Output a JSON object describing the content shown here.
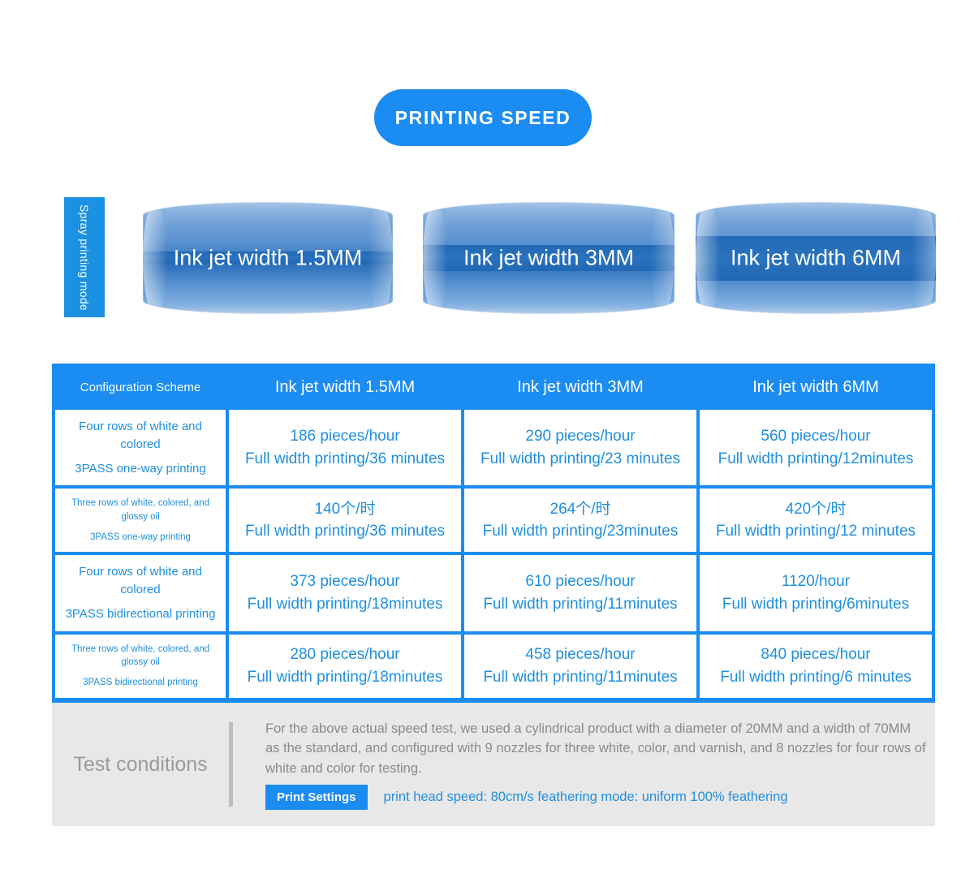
{
  "title": {
    "badge_label": "PRINTING SPEED"
  },
  "mode_label": {
    "text": "Spray printing mode"
  },
  "cylinders": [
    {
      "label": "Ink jet width 1.5MM",
      "band_ratio": 0.115
    },
    {
      "label": "Ink jet width 3MM",
      "band_ratio": 0.23
    },
    {
      "label": "Ink jet width 6MM",
      "band_ratio": 0.4
    }
  ],
  "table": {
    "headers": [
      "Configuration Scheme",
      "Ink jet width 1.5MM",
      "Ink jet width 3MM",
      "Ink jet width 6MM"
    ],
    "rows": [
      {
        "scheme_line1": "Four rows of white and colored",
        "scheme_line2": "3PASS one-way printing",
        "scheme_size": "large",
        "cells": [
          {
            "rate": "186 pieces/hour",
            "time": "Full width printing/36 minutes"
          },
          {
            "rate": "290 pieces/hour",
            "time": "Full width printing/23 minutes"
          },
          {
            "rate": "560 pieces/hour",
            "time": "Full width printing/12minutes"
          }
        ]
      },
      {
        "scheme_line1": "Three rows of white, colored, and glossy oil",
        "scheme_line2": "3PASS one-way printing",
        "scheme_size": "small",
        "cells": [
          {
            "rate": "140个/时",
            "time": "Full width printing/36 minutes"
          },
          {
            "rate": "264个/时",
            "time": "Full width printing/23minutes"
          },
          {
            "rate": "420个/时",
            "time": "Full width printing/12 minutes"
          }
        ]
      },
      {
        "scheme_line1": "Four rows of white and colored",
        "scheme_line2": "3PASS bidirectional printing",
        "scheme_size": "large",
        "cells": [
          {
            "rate": "373 pieces/hour",
            "time": "Full width printing/18minutes"
          },
          {
            "rate": "610 pieces/hour",
            "time": "Full width printing/11minutes"
          },
          {
            "rate": "1120/hour",
            "time": "Full width printing/6minutes"
          }
        ]
      },
      {
        "scheme_line1": "Three rows of white, colored, and glossy oil",
        "scheme_line2": "3PASS bidirectional printing",
        "scheme_size": "small",
        "cells": [
          {
            "rate": "280 pieces/hour",
            "time": "Full width printing/18minutes"
          },
          {
            "rate": "458 pieces/hour",
            "time": "Full width printing/11minutes"
          },
          {
            "rate": "840 pieces/hour",
            "time": "Full width printing/6 minutes"
          }
        ]
      }
    ]
  },
  "conditions": {
    "title": "Test conditions",
    "paragraph": "For the above actual speed test, we used a cylindrical product with a diameter of 20MM and a width of 70MM as the standard, and configured with 9 nozzles for three white, color, and varnish, and 8 nozzles for four rows of white and color for testing.",
    "print_settings_label": "Print Settings",
    "print_settings_note": "print head speed: 80cm/s feathering mode: uniform 100% feathering"
  },
  "colors": {
    "brand_blue": "#1b8cf2",
    "text_blue": "#1f8fe0",
    "cylinder_band": "#2a72bd",
    "panel_gray": "#e8e8e8",
    "muted_gray": "#8a8a8a"
  }
}
